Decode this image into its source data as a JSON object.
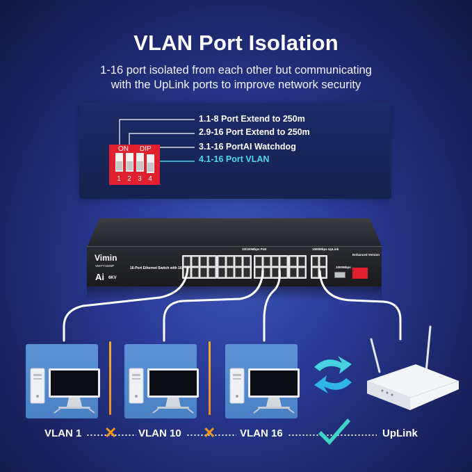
{
  "header": {
    "title": "VLAN Port Isolation",
    "subtitle_line1": "1-16 port isolated from each other but communicating",
    "subtitle_line2": "with the UpLink ports to improve network security"
  },
  "dip": {
    "on_label": "ON",
    "dip_label": "DIP",
    "numbers": [
      "1",
      "2",
      "3",
      "4"
    ],
    "options": [
      "1.1-8 Port Extend to 250m",
      "2.9-16 Port Extend to 250m",
      "3.1-16 PortAI Watchdog",
      "4.1-16 Port VLAN"
    ],
    "highlight_color": "#4fd6f2",
    "switch_color": "#e21f2c"
  },
  "switch": {
    "brand": "Vimin",
    "model": "VM-FY1626P",
    "description": "16-Port Ethernet Switch with 16-Port PoE",
    "ai": "Ai",
    "kv": "6KV",
    "ports_label": "10/100Mbps PoE",
    "uplink_label": "1000Mbps UpLink",
    "sfp_label": "1000Mbps",
    "version_label": "Enhanced Version"
  },
  "network": {
    "vlans": [
      "VLAN 1",
      "VLAN 10",
      "VLAN 16"
    ],
    "uplink": "UpLink",
    "blocked_color": "#f5961f",
    "allowed_color": "#3fd7c4"
  }
}
